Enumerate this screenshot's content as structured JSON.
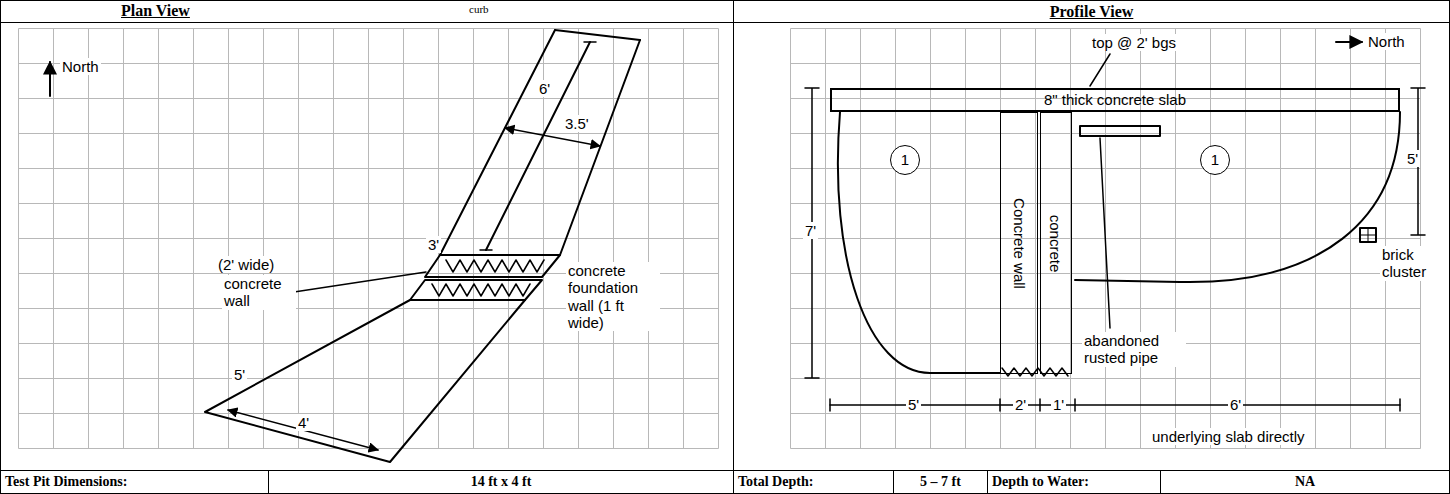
{
  "diagram": {
    "nodes": [
      {
        "text": [
          "Plan View",
          "curb"
        ]
      },
      {
        "text": [
          "Profile View"
        ]
      },
      {
        "text": [
          "8\" thick concrete slab"
        ]
      },
      {
        "text": [
          "1"
        ]
      },
      {
        "text": [
          "Concrete wall"
        ]
      },
      {
        "text": [
          "concrete"
        ]
      },
      {
        "text": [
          "1"
        ]
      },
      {
        "text": [
          "Test Pit Dimensions:"
        ]
      },
      {
        "text": [
          "14 ft x 4 ft"
        ]
      },
      {
        "text": [
          "Total Depth:"
        ]
      },
      {
        "text": [
          "5 – 7 ft"
        ]
      },
      {
        "text": [
          "Depth to Water:"
        ]
      },
      {
        "text": [
          "NA"
        ]
      }
    ],
    "labels": [
      "North",
      "6'",
      "3.5'",
      "(2' wide)",
      "concrete wall",
      "3'",
      "concrete foundation wall (1 ft wide)",
      "5'",
      "4'",
      "top @ 2' bgs",
      "North",
      "5'",
      "7'",
      "abandoned rusted pipe",
      "brick cluster",
      "5'",
      "2'",
      "1'",
      "6'",
      "underlying slab directly"
    ]
  }
}
